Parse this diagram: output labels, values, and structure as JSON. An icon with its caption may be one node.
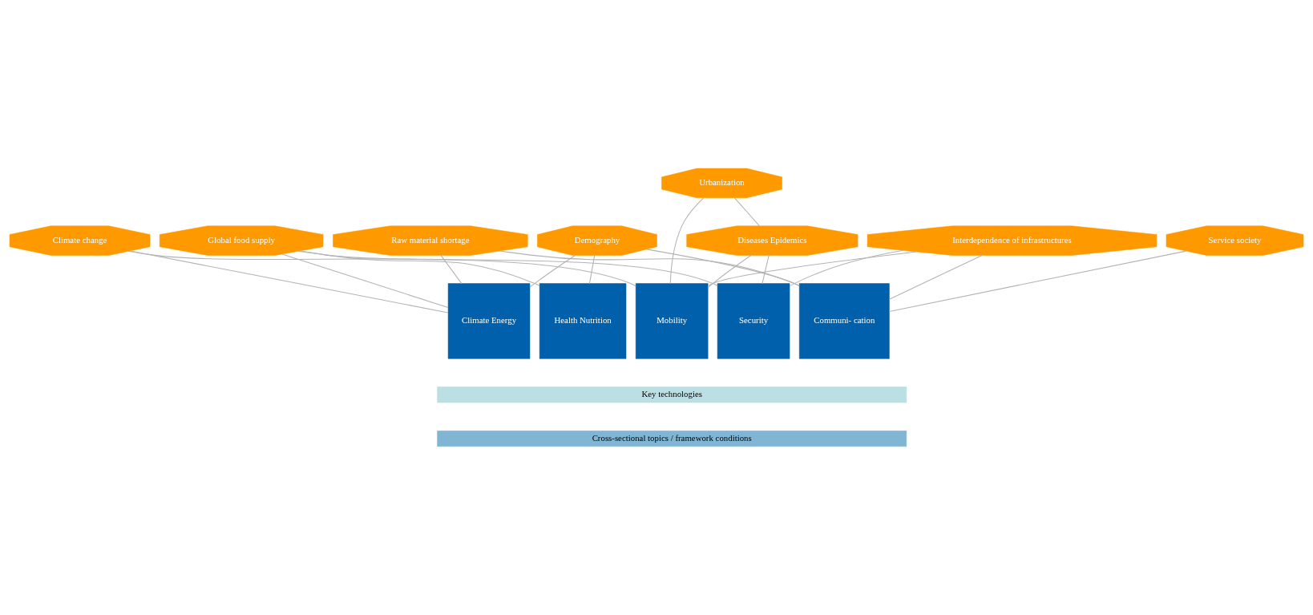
{
  "diagram": {
    "nodes": [
      {
        "text": [
          "Climate change"
        ]
      },
      {
        "text": [
          "Raw material shortage"
        ]
      },
      {
        "text": [
          "Global food supply"
        ]
      },
      {
        "text": [
          "Demography"
        ]
      },
      {
        "text": [
          "Diseases Epidemics"
        ]
      },
      {
        "text": [
          "Urbanization"
        ]
      },
      {
        "text": [
          "Service society"
        ]
      },
      {
        "text": [
          "Interdependence of infrastructures"
        ]
      },
      {
        "text": [
          "Climate Energy"
        ]
      },
      {
        "text": [
          "Health Nutrition"
        ]
      },
      {
        "text": [
          "Mobility"
        ]
      },
      {
        "text": [
          "Security"
        ]
      },
      {
        "text": [
          "Communi- cation"
        ]
      },
      {
        "text": [
          "Key technologies"
        ]
      },
      {
        "text": [
          "Cross-sectional topics / framework conditions"
        ]
      }
    ],
    "edges": [
      {
        "from": 0,
        "to": 8,
        "arrow": "none"
      },
      {
        "from": 0,
        "to": 10,
        "arrow": "none"
      },
      {
        "from": 1,
        "to": 8,
        "arrow": "none"
      },
      {
        "from": 1,
        "to": 12,
        "arrow": "none"
      },
      {
        "from": 2,
        "to": 8,
        "arrow": "none"
      },
      {
        "from": 2,
        "to": 9,
        "arrow": "none"
      },
      {
        "from": 2,
        "to": 11,
        "arrow": "none"
      },
      {
        "from": 3,
        "to": 8,
        "arrow": "none"
      },
      {
        "from": 3,
        "to": 9,
        "arrow": "none"
      },
      {
        "from": 3,
        "to": 12,
        "arrow": "none"
      },
      {
        "from": 4,
        "to": 10,
        "arrow": "none"
      },
      {
        "from": 4,
        "to": 11,
        "arrow": "none"
      },
      {
        "from": 5,
        "to": 10,
        "arrow": "none"
      },
      {
        "from": 5,
        "to": 4,
        "arrow": "none"
      },
      {
        "from": 6,
        "to": 12,
        "arrow": "none"
      },
      {
        "from": 7,
        "to": 11,
        "arrow": "none"
      },
      {
        "from": 7,
        "to": 12,
        "arrow": "none"
      },
      {
        "from": 7,
        "to": 10,
        "arrow": "none"
      }
    ]
  }
}
